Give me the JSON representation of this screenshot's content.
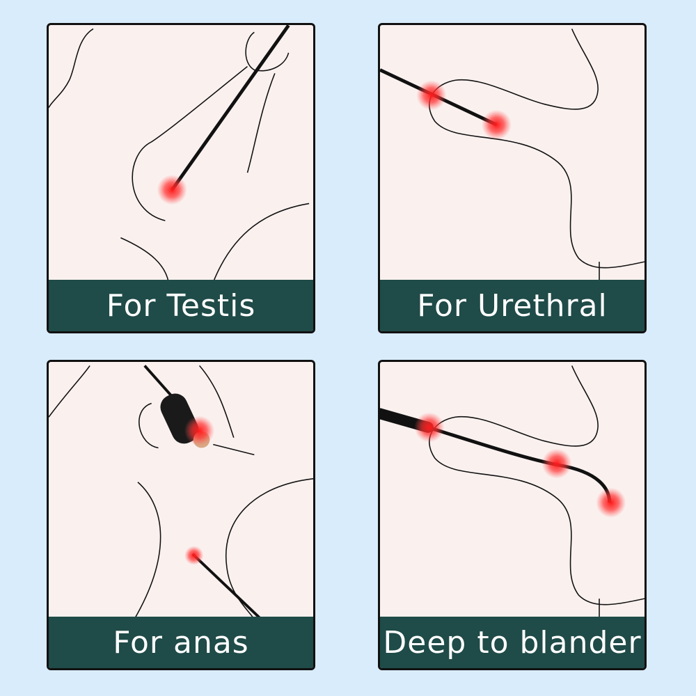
{
  "panels": [
    {
      "label": "For Testis"
    },
    {
      "label": "For Urethral"
    },
    {
      "label": "For anas"
    },
    {
      "label": "Deep to blander"
    }
  ],
  "colors": {
    "background": "#d9ecfb",
    "panel": "#faf1ef",
    "label_bar": "#1f4b48",
    "glow": "#ff1a1a",
    "probe": "#111111"
  }
}
